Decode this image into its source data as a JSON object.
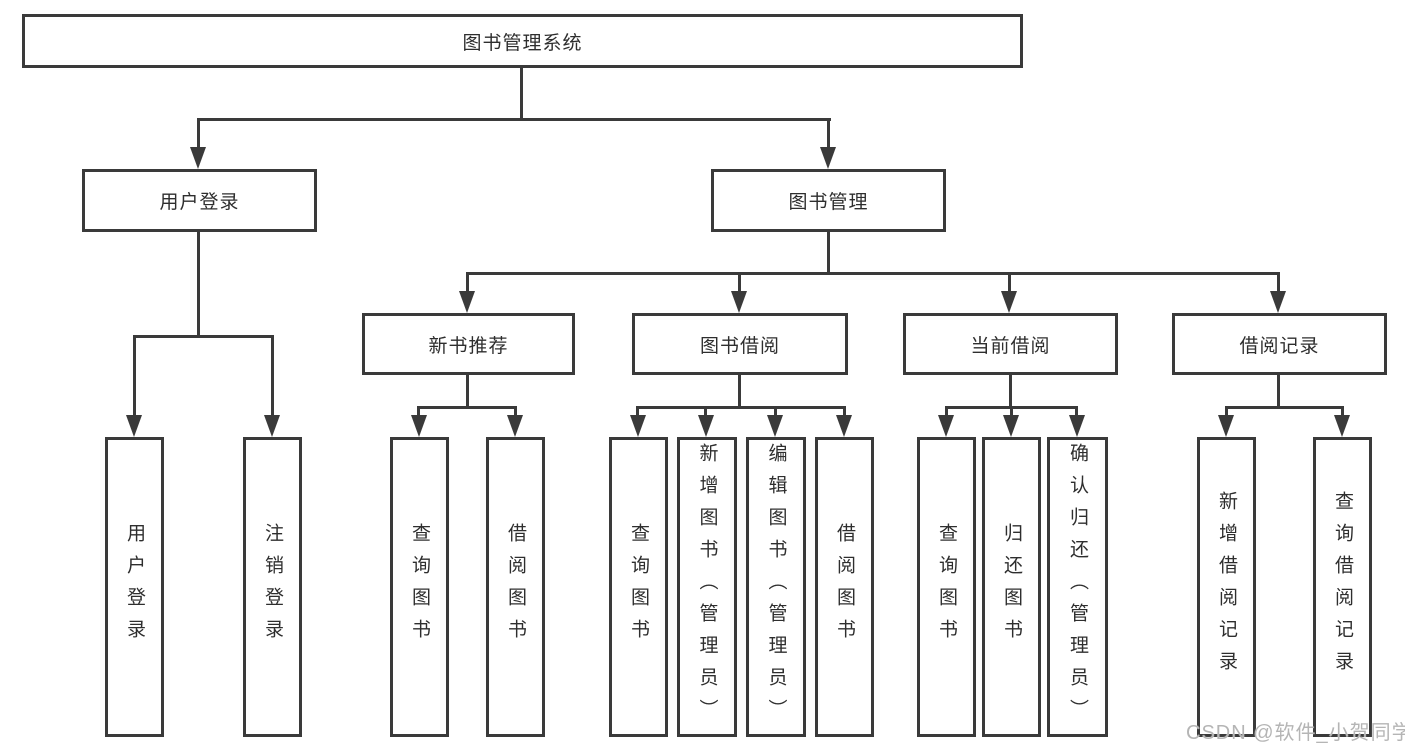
{
  "colors": {
    "line": "#3a3a3a",
    "text": "#2e2e2e",
    "box_bg": "#ffffff",
    "background": "#ffffff",
    "watermark": "#b5b5b5"
  },
  "watermark": {
    "text": "CSDN @软件_小贺同学"
  },
  "tree": {
    "label": "图书管理系统",
    "children": [
      {
        "label": "用户登录",
        "children": [
          {
            "label": "用户登录"
          },
          {
            "label": "注销登录"
          }
        ]
      },
      {
        "label": "图书管理",
        "children": [
          {
            "label": "新书推荐",
            "children": [
              {
                "label": "查询图书"
              },
              {
                "label": "借阅图书"
              }
            ]
          },
          {
            "label": "图书借阅",
            "children": [
              {
                "label": "查询图书"
              },
              {
                "label": "新增图书（管理员）"
              },
              {
                "label": "编辑图书（管理员）"
              },
              {
                "label": "借阅图书"
              }
            ]
          },
          {
            "label": "当前借阅",
            "children": [
              {
                "label": "查询图书"
              },
              {
                "label": "归还图书"
              },
              {
                "label": "确认归还（管理员）"
              }
            ]
          },
          {
            "label": "借阅记录",
            "children": [
              {
                "label": "新增借阅记录"
              },
              {
                "label": "查询借阅记录"
              }
            ]
          }
        ]
      }
    ]
  }
}
